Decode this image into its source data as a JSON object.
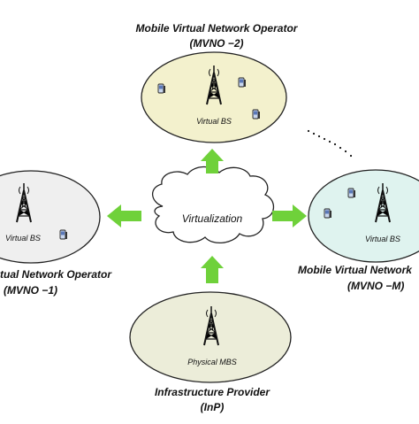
{
  "colors": {
    "top_ellipse": "#f3f1cd",
    "left_ellipse": "#efefef",
    "right_ellipse": "#dff3ef",
    "bottom_ellipse": "#ecedd9",
    "arrow": "#6fd13a",
    "outline": "#222222"
  },
  "operators": {
    "top": {
      "line1": "Mobile Virtual Network Operator",
      "line2": "(MVNO −2)",
      "bs_label": "Virtual BS"
    },
    "left": {
      "line1": "tual Network Operator",
      "line2": "(MVNO −1)",
      "bs_label": "Virtual BS"
    },
    "right": {
      "line1": "Mobile Virtual Network",
      "line2": "(MVNO −M)",
      "bs_label": "Virtual BS"
    }
  },
  "center": {
    "label": "Virtualization"
  },
  "infrastructure": {
    "line1": "Infrastructure Provider",
    "line2": "(InP)",
    "bs_label": "Physical MBS"
  },
  "icons": [
    "tower-icon",
    "mobile-phone-icon",
    "cloud-icon",
    "arrow-icon",
    "ellipsis-dots"
  ]
}
